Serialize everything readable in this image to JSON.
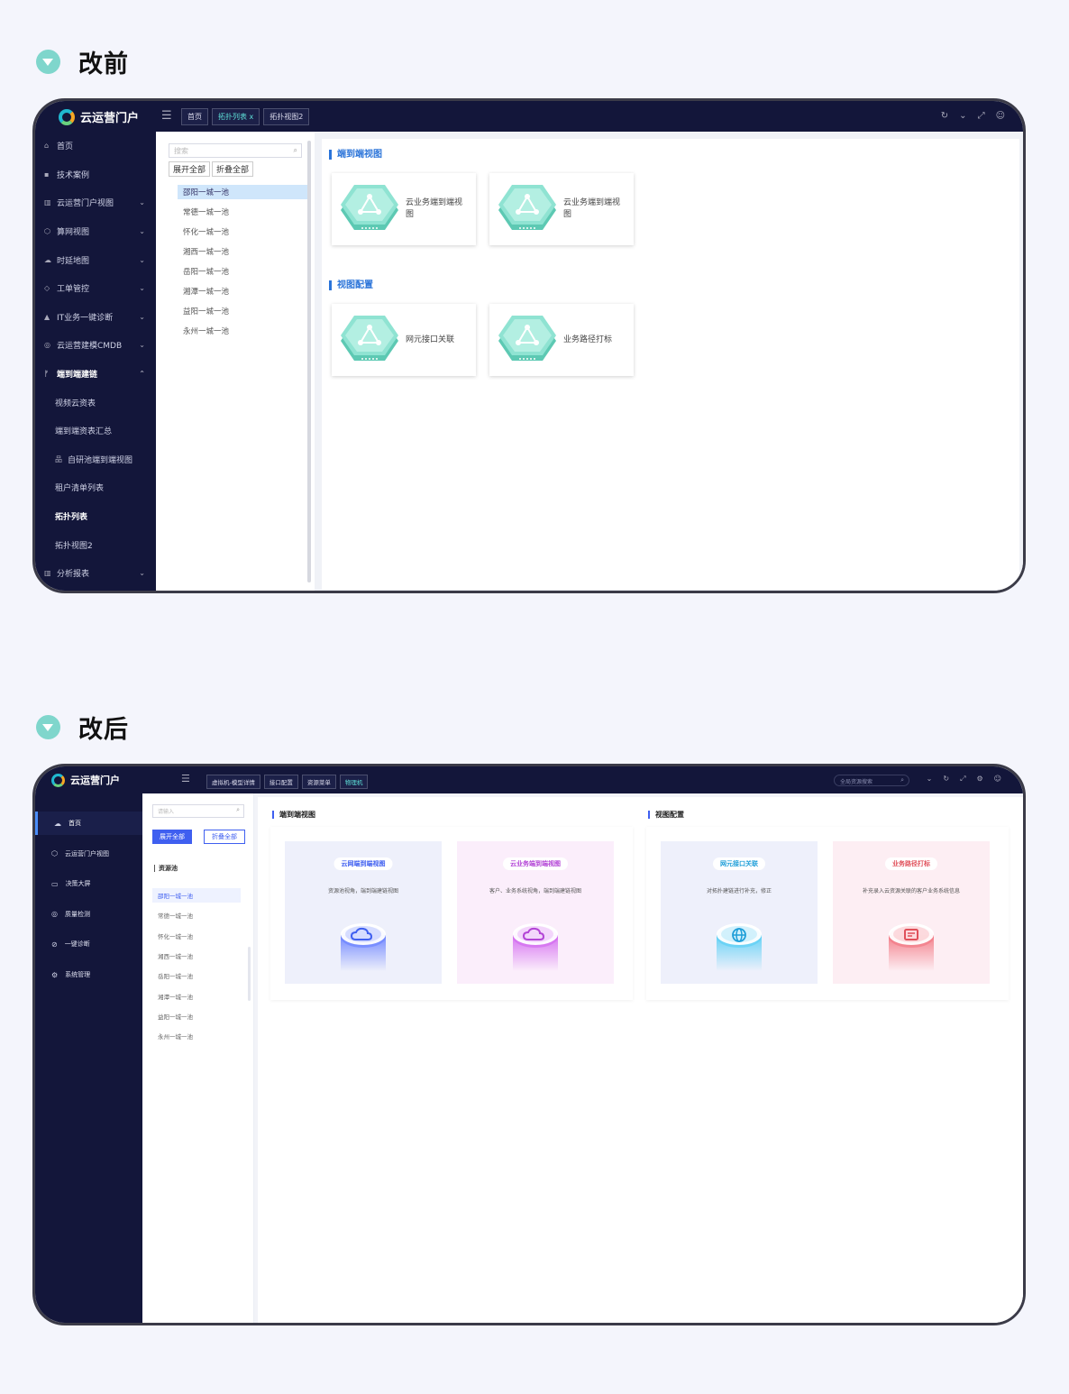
{
  "before": {
    "heading": "改前",
    "app": {
      "name": "云运营门户"
    },
    "tabs": [
      {
        "label": "首页",
        "active": false
      },
      {
        "label": "拓扑列表 x",
        "active": true
      },
      {
        "label": "拓扑视图2",
        "active": false
      }
    ],
    "sidebar": [
      {
        "label": "首页",
        "icon": "home-icon",
        "glyph": "⌂",
        "chevron": ""
      },
      {
        "label": "技术案例",
        "icon": "grid-icon",
        "glyph": "▪",
        "chevron": ""
      },
      {
        "label": "云运营门户视图",
        "icon": "chart-icon",
        "glyph": "▥",
        "chevron": "⌄"
      },
      {
        "label": "算网视图",
        "icon": "cube-icon",
        "glyph": "⬡",
        "chevron": "⌄"
      },
      {
        "label": "时延地图",
        "icon": "cloud-icon",
        "glyph": "☁",
        "chevron": "⌄"
      },
      {
        "label": "工单管控",
        "icon": "diamond-icon",
        "glyph": "◇",
        "chevron": "⌄"
      },
      {
        "label": "IT业务一键诊断",
        "icon": "lock-icon",
        "glyph": "▲",
        "chevron": "⌄"
      },
      {
        "label": "云运营建模CMDB",
        "icon": "globe-icon",
        "glyph": "◎",
        "chevron": "⌄"
      },
      {
        "label": "端到端建链",
        "icon": "branch-icon",
        "glyph": "ᚠ",
        "chevron": "⌃",
        "bold": true
      },
      {
        "label": "视频云资表",
        "icon": "",
        "glyph": "",
        "chevron": "",
        "sub": true
      },
      {
        "label": "端到端资表汇总",
        "icon": "",
        "glyph": "",
        "chevron": "",
        "sub": true
      },
      {
        "label": "自研池端到端视图",
        "icon": "sitemap-icon",
        "glyph": "品",
        "chevron": "",
        "sub": true
      },
      {
        "label": "租户清单列表",
        "icon": "",
        "glyph": "",
        "chevron": "",
        "sub": true
      },
      {
        "label": "拓扑列表",
        "icon": "",
        "glyph": "",
        "chevron": "",
        "sub": true,
        "bold": true
      },
      {
        "label": "拓扑视图2",
        "icon": "",
        "glyph": "",
        "chevron": "",
        "sub": true
      },
      {
        "label": "分析报表",
        "icon": "bar-chart-icon",
        "glyph": "▥",
        "chevron": "⌄"
      }
    ],
    "search_placeholder": "搜索",
    "expand_all": "展开全部",
    "collapse_all": "折叠全部",
    "tree": [
      "邵阳一城一池",
      "常德一城一池",
      "怀化一城一池",
      "湘西一城一池",
      "岳阳一城一池",
      "湘潭一城一池",
      "益阳一城一池",
      "永州一城一池"
    ],
    "sections": [
      {
        "title": "端到端视图",
        "cards": [
          "云业务端到端视图",
          "云业务端到端视图"
        ]
      },
      {
        "title": "视图配置",
        "cards": [
          "网元接口关联",
          "业务路径打标"
        ]
      }
    ]
  },
  "after": {
    "heading": "改后",
    "app": {
      "name": "云运营门户"
    },
    "tabs": [
      {
        "label": "虚拟机-模型详情",
        "active": false
      },
      {
        "label": "接口配置",
        "active": false
      },
      {
        "label": "资源菜单",
        "active": false
      },
      {
        "label": "物理机",
        "active": true
      }
    ],
    "global_search_placeholder": "全局资源搜索",
    "sidebar": [
      {
        "label": "首页",
        "icon": "cloud-icon",
        "glyph": "☁",
        "active": true
      },
      {
        "label": "云运营门户视图",
        "icon": "cube-icon",
        "glyph": "⬡",
        "active": false
      },
      {
        "label": "决策大屏",
        "icon": "monitor-icon",
        "glyph": "▭",
        "active": false
      },
      {
        "label": "质量检测",
        "icon": "target-icon",
        "glyph": "◎",
        "active": false
      },
      {
        "label": "一键诊断",
        "icon": "diagnose-icon",
        "glyph": "⊘",
        "active": false
      },
      {
        "label": "系统管理",
        "icon": "gear-icon",
        "glyph": "⚙",
        "active": false
      }
    ],
    "search_placeholder": "请输入",
    "expand_all": "展开全部",
    "collapse_all": "折叠全部",
    "tree_root": "资源池",
    "tree": [
      "邵阳一城一池",
      "常德一城一池",
      "怀化一城一池",
      "湘西一城一池",
      "岳阳一城一池",
      "湘潭一城一池",
      "益阳一城一池",
      "永州一城一池"
    ],
    "groups": [
      {
        "title": "端到端视图",
        "cards": [
          {
            "title": "云网端到端视图",
            "desc": "资源池视角，端到端建链视图",
            "icon": "cloud-icon",
            "accent": "#3f5ff0",
            "bg": "#eef0fb",
            "glow": "#6d84ff"
          },
          {
            "title": "云业务端到端视图",
            "desc": "客户、业务系统视角，端到端建链视图",
            "icon": "cloud-icon",
            "accent": "#b344d6",
            "bg": "#fbeefb",
            "glow": "#d36cf0"
          }
        ]
      },
      {
        "title": "视图配置",
        "cards": [
          {
            "title": "网元接口关联",
            "desc": "对拓扑建链进行补充，修正",
            "icon": "globe-icon",
            "accent": "#1e9ed8",
            "bg": "#eef0fb",
            "glow": "#5fd0f5"
          },
          {
            "title": "业务路径打标",
            "desc": "补充录入云资源关联的客户业务系统信息",
            "icon": "device-icon",
            "accent": "#e0505a",
            "bg": "#fdeef3",
            "glow": "#f27b86"
          }
        ]
      }
    ]
  }
}
